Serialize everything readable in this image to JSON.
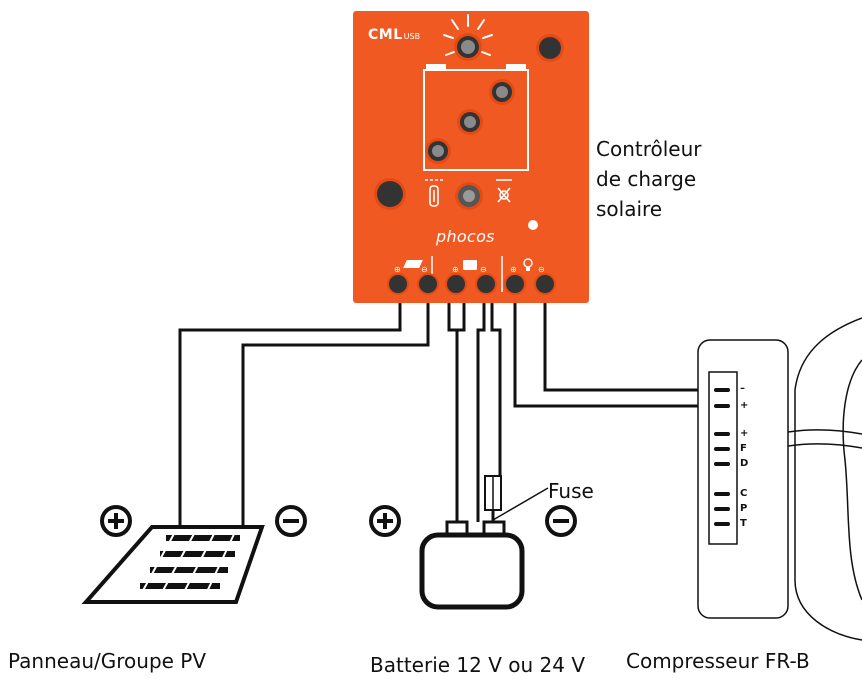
{
  "controller": {
    "model": "CML",
    "model_suffix": "USB",
    "brand": "phocos",
    "color": "#F05A22",
    "label_lines": [
      "Contrôleur",
      "de charge",
      "solaire"
    ]
  },
  "components": {
    "panel_label": "Panneau/Groupe PV",
    "battery_label": "Batterie 12 V ou 24 V",
    "compressor_label": "Compresseur FR-B",
    "fuse_label": "Fuse"
  },
  "compressor_terminals": [
    "–",
    "+",
    "+",
    "F",
    "D",
    "C",
    "P",
    "T"
  ],
  "polarity_symbols": [
    "plus-circle-icon",
    "minus-circle-icon"
  ]
}
